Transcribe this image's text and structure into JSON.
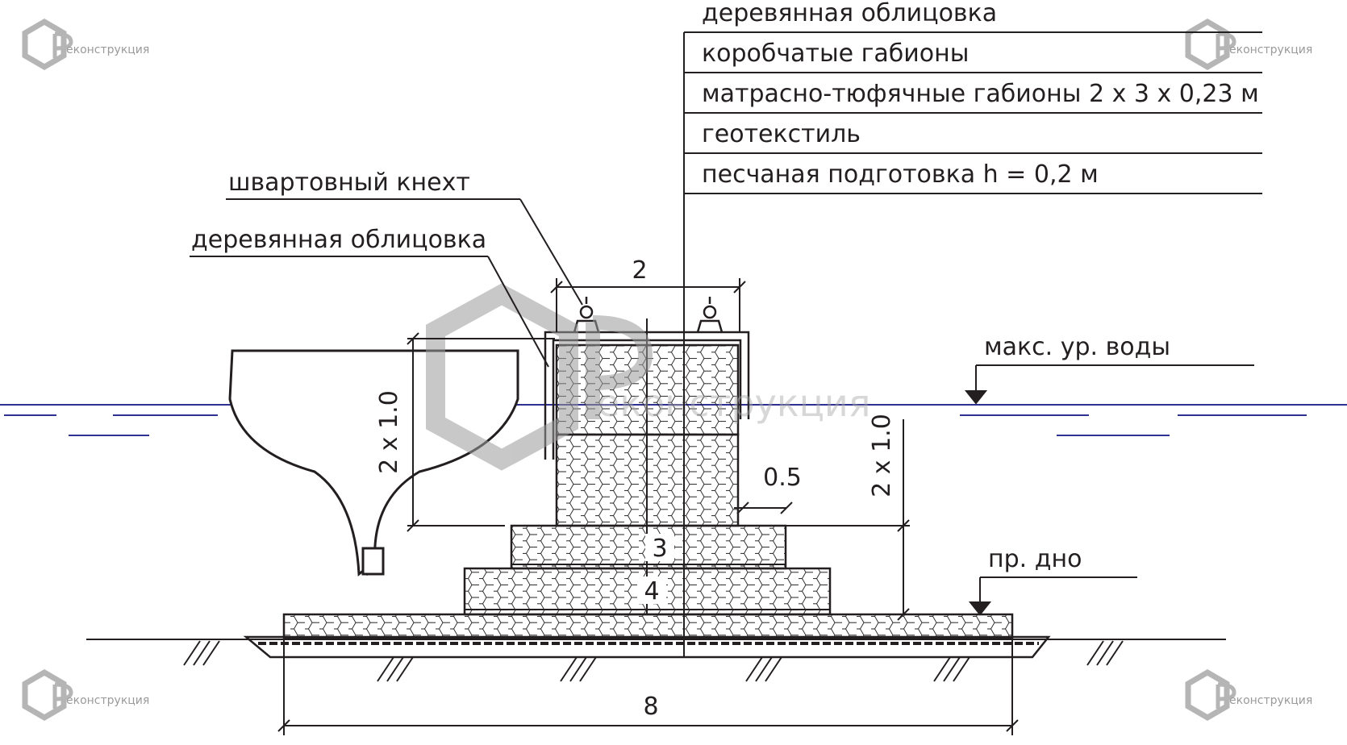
{
  "watermark": {
    "brand": "реконструкция",
    "brand_short": "еконструкция",
    "logo_icon": "hexagon-R-logo-icon"
  },
  "legend": {
    "items": [
      "деревянная облицовка",
      "коробчатые габионы",
      "матрасно-тюфячные габионы 2 х 3 х 0,23 м",
      "геотекстиль",
      "песчаная подготовка  h = 0,2 м"
    ]
  },
  "callouts": {
    "bollard": "швартовный  кнехт",
    "timber_facing": "деревянная облицовка",
    "max_water_level": "макс. ур. воды",
    "bottom": "пр. дно"
  },
  "dimensions": {
    "top_width": "2",
    "left_height": "2 х 1.0",
    "right_height": "2 х 1.0",
    "step": "0.5",
    "tier3": "3",
    "tier4": "4",
    "base": "8"
  },
  "colors": {
    "line": "#231f20",
    "water": "#2e3192",
    "watermark": "#a8a8a8"
  }
}
